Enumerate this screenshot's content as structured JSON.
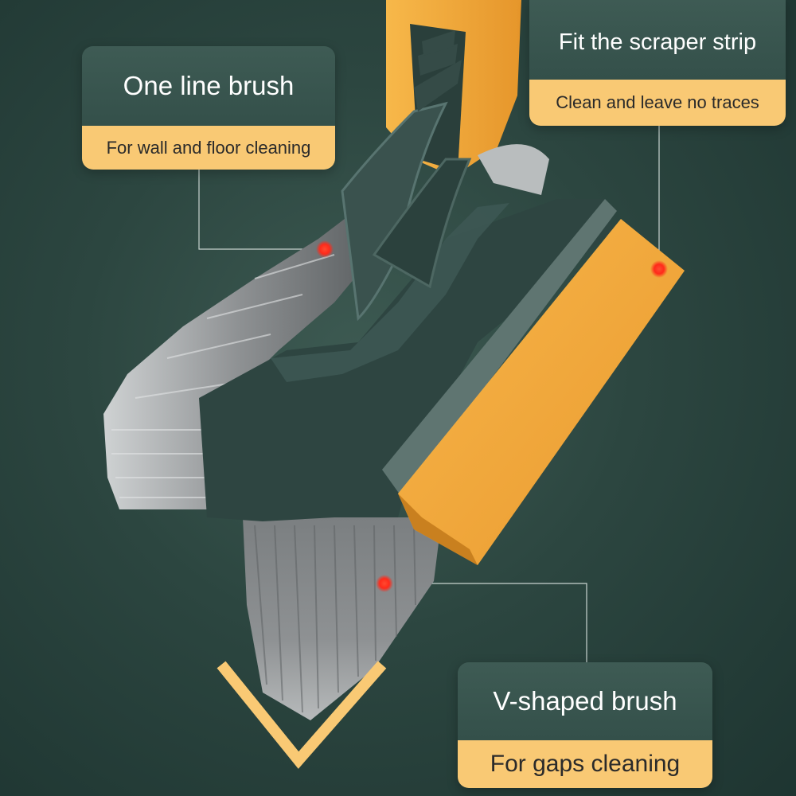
{
  "callouts": {
    "one_line_brush": {
      "title": "One line brush",
      "subtitle": "For wall and floor cleaning"
    },
    "scraper_strip": {
      "title": "Fit the scraper strip",
      "subtitle": "Clean and leave no traces"
    },
    "v_shaped_brush": {
      "title": "V-shaped brush",
      "subtitle": "For gaps cleaning"
    }
  },
  "colors": {
    "background": "#2c4640",
    "accent_yellow": "#f9c974",
    "handle_orange": "#f2a93b",
    "marker_red": "#ff2a1a",
    "brush_body": "#2e4541",
    "bristle_gray": "#8e9193"
  }
}
